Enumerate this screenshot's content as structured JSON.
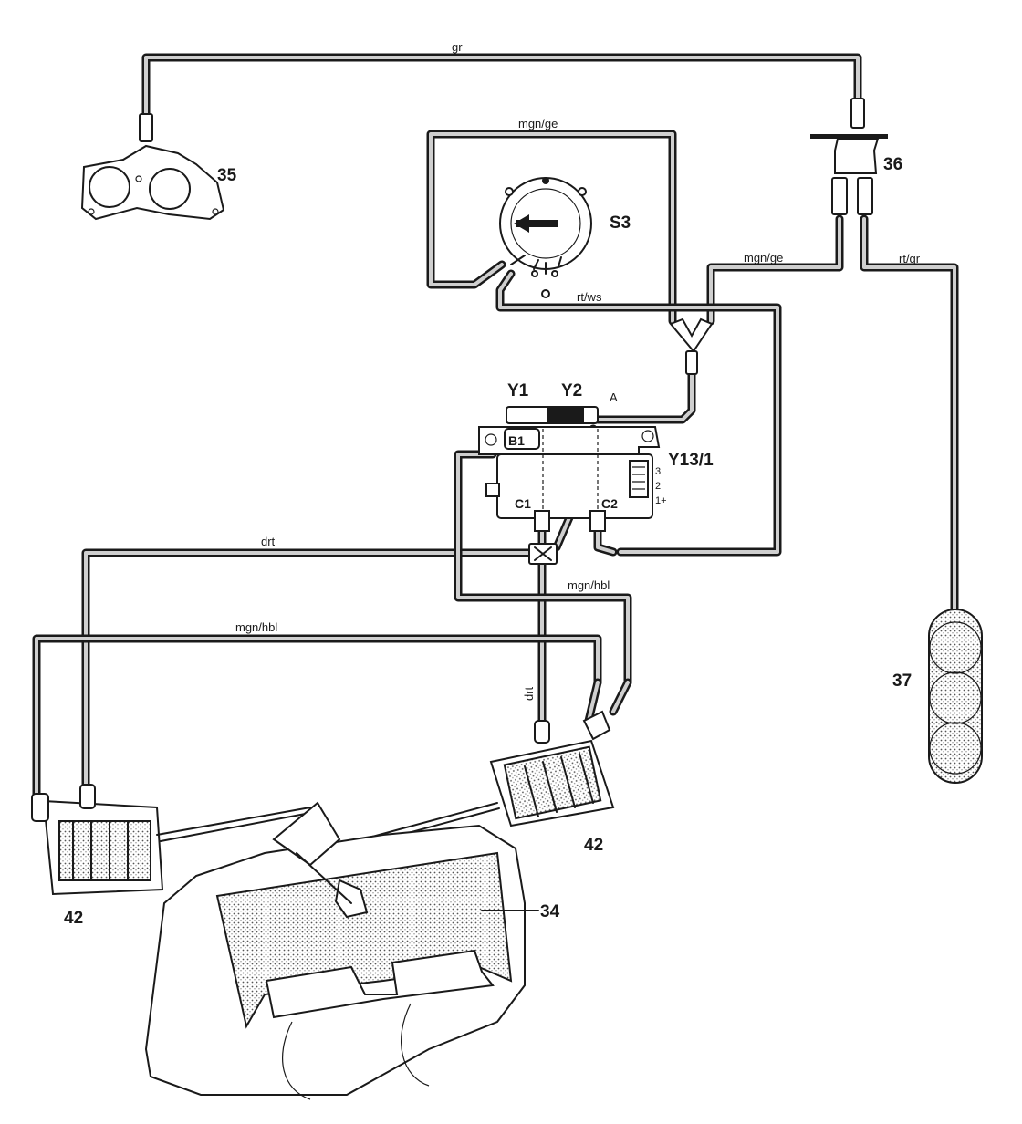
{
  "hoses": {
    "gr": "gr",
    "mgn_ge_top": "mgn/ge",
    "mgn_ge_right": "mgn/ge",
    "rt_gr": "rt/gr",
    "rt_ws": "rt/ws",
    "A": "A",
    "drt_left": "drt",
    "drt_vertical": "drt",
    "mgn_hbl_left": "mgn/hbl",
    "mgn_hbl_right": "mgn/hbl"
  },
  "components": {
    "p35": "35",
    "p36": "36",
    "p37": "37",
    "s3": "S3",
    "y1": "Y1",
    "y2": "Y2",
    "b1": "B1",
    "y13": "Y13/1",
    "c1": "C1",
    "c2": "C2",
    "p42_left": "42",
    "p42_right": "42",
    "p34": "34"
  },
  "pins": {
    "p3": "3",
    "p2": "2",
    "p1": "1+"
  },
  "colors": {
    "ink": "#1a1a1a",
    "hose_fill": "#cfcfcf",
    "paper": "#ffffff"
  }
}
